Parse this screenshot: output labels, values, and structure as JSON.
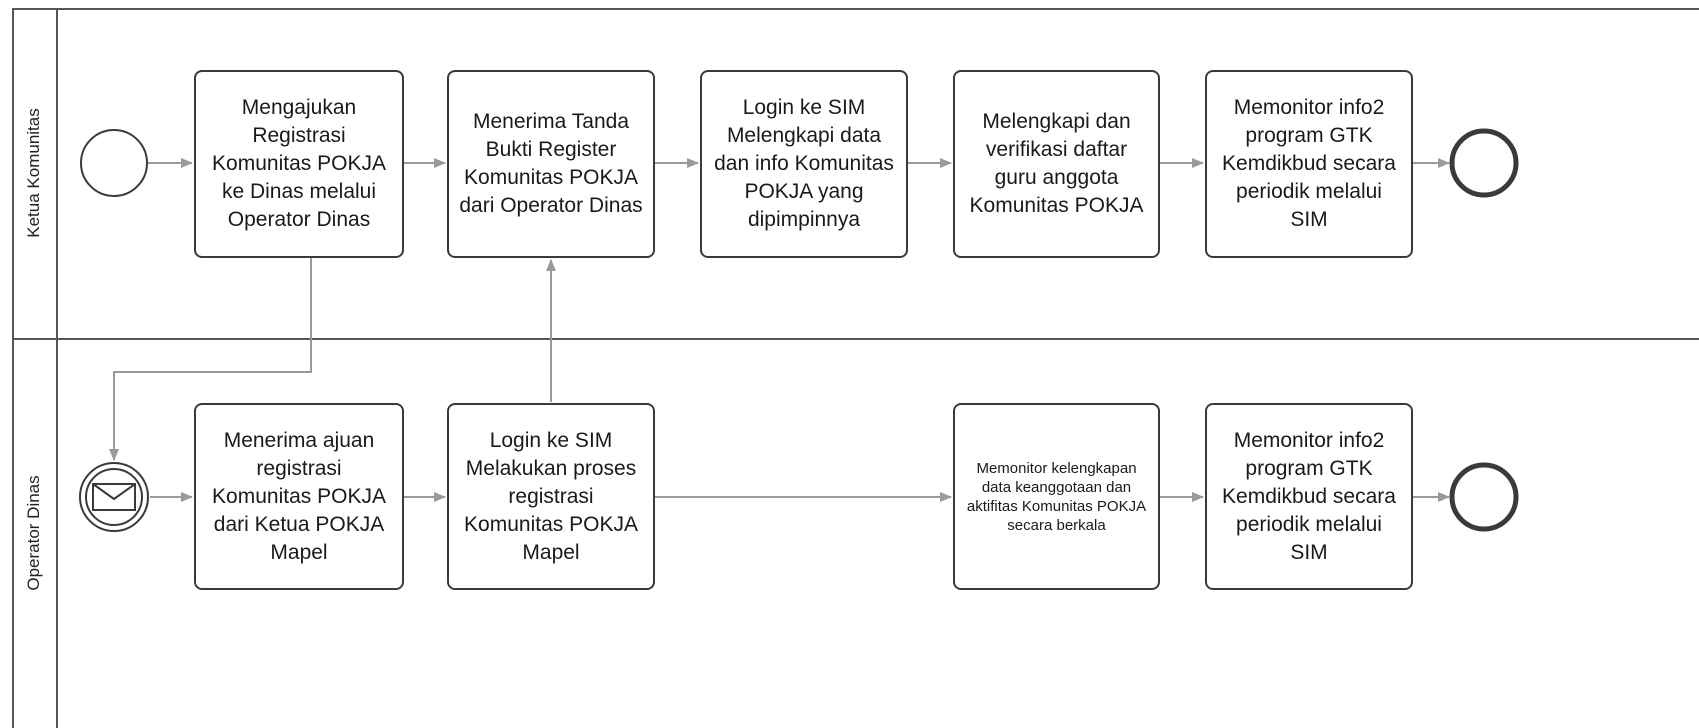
{
  "lanes": [
    {
      "id": "lane-ketua",
      "label": "Ketua Komunitas"
    },
    {
      "id": "lane-operator",
      "label": "Operator Dinas"
    }
  ],
  "tasks": {
    "ketua_1": "Mengajukan Registrasi Komunitas POKJA ke  Dinas melalui Operator Dinas",
    "ketua_2": "Menerima Tanda Bukti Register Komunitas POKJA dari Operator Dinas",
    "ketua_3": "Login ke SIM Melengkapi data dan info Komunitas POKJA yang dipimpinnya",
    "ketua_4": "Melengkapi dan verifikasi daftar guru anggota Komunitas POKJA",
    "ketua_5": "Memonitor info2 program GTK Kemdikbud secara periodik melalui SIM",
    "operator_1": "Menerima ajuan registrasi Komunitas POKJA dari Ketua POKJA Mapel",
    "operator_2": "Login ke SIM Melakukan proses registrasi Komunitas POKJA Mapel",
    "operator_3": "Memonitor kelengkapan data keanggotaan dan aktifitas Komunitas POKJA secara berkala",
    "operator_4": "Memonitor info2 program GTK Kemdikbud secara periodik melalui SIM"
  },
  "events": {
    "ketua_start": "start-event",
    "ketua_end": "end-event",
    "operator_start": "message-start-event",
    "operator_end": "end-event"
  },
  "colors": {
    "border": "#3a3a3a",
    "flow": "#9a9a9a",
    "lane_line": "#555555"
  }
}
